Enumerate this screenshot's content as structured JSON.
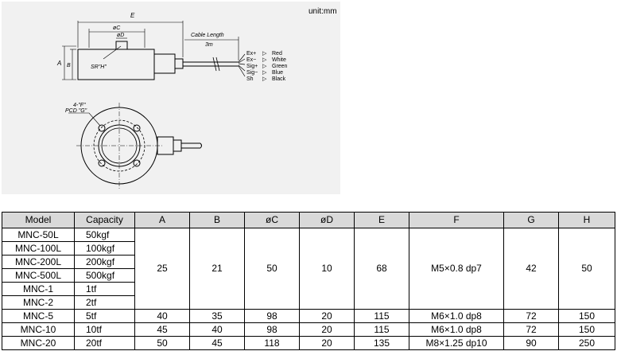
{
  "drawing": {
    "unit_note": "unit:mm",
    "dim_E": "E",
    "dim_C": "øC",
    "dim_D": "øD",
    "dim_A": "A",
    "dim_B": "B",
    "sphere_radius": "SR\"H\"",
    "cable_label": "Cable Length",
    "cable_length": "3m",
    "holes_label": "4-\"F\"",
    "pcd_label": "PCD \"G\"",
    "wires": [
      {
        "signal": "Ex+",
        "color": "Red"
      },
      {
        "signal": "Ex−",
        "color": "White"
      },
      {
        "signal": "Sig+",
        "color": "Green"
      },
      {
        "signal": "Sig−",
        "color": "Blue"
      },
      {
        "signal": "Sh",
        "color": "Black"
      }
    ]
  },
  "table": {
    "headers": [
      "Model",
      "Capacity",
      "A",
      "B",
      "øC",
      "øD",
      "E",
      "F",
      "G",
      "H"
    ],
    "group_small": {
      "rows": [
        {
          "model": "MNC-50L",
          "capacity": "50kgf"
        },
        {
          "model": "MNC-100L",
          "capacity": "100kgf"
        },
        {
          "model": "MNC-200L",
          "capacity": "200kgf"
        },
        {
          "model": "MNC-500L",
          "capacity": "500kgf"
        },
        {
          "model": "MNC-1",
          "capacity": "1tf"
        },
        {
          "model": "MNC-2",
          "capacity": "2tf"
        }
      ],
      "A": "25",
      "B": "21",
      "C": "50",
      "D": "10",
      "E": "68",
      "F": "M5×0.8 dp7",
      "G": "42",
      "H": "50"
    },
    "rows_large": [
      {
        "model": "MNC-5",
        "capacity": "5tf",
        "A": "40",
        "B": "35",
        "C": "98",
        "D": "20",
        "E": "115",
        "F": "M6×1.0 dp8",
        "G": "72",
        "H": "150"
      },
      {
        "model": "MNC-10",
        "capacity": "10tf",
        "A": "45",
        "B": "40",
        "C": "98",
        "D": "20",
        "E": "115",
        "F": "M6×1.0 dp8",
        "G": "72",
        "H": "150"
      },
      {
        "model": "MNC-20",
        "capacity": "20tf",
        "A": "50",
        "B": "45",
        "C": "118",
        "D": "20",
        "E": "135",
        "F": "M8×1.25 dp10",
        "G": "90",
        "H": "250"
      }
    ]
  }
}
